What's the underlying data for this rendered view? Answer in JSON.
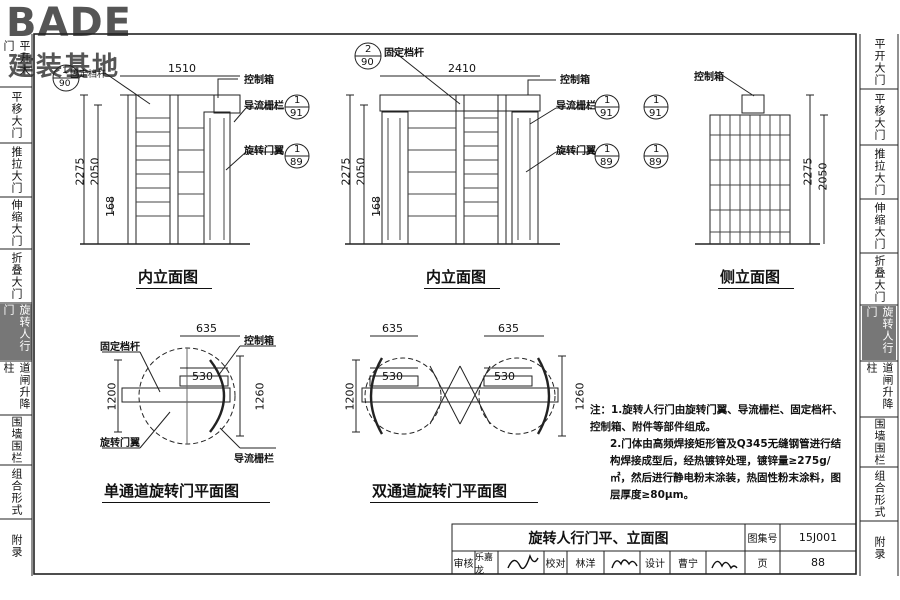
{
  "logo": {
    "latin": "BADE",
    "cjk": "建装基地"
  },
  "left_tabs": [
    "平开大门",
    "平移大门",
    "推拉大门",
    "伸缩大门",
    "折叠大门",
    "旋转人行门",
    "道闸升降柱",
    "围墙围栏",
    "组合形式",
    "附录"
  ],
  "right_tabs": [
    "平开大门",
    "平移大门",
    "推拉大门",
    "伸缩大门",
    "折叠大门",
    "旋转人行门",
    "道闸升降柱",
    "围墙围栏",
    "组合形式",
    "附录"
  ],
  "active_tab": "旋转人行门",
  "views": {
    "elev1": {
      "title": "内立面图",
      "width": "1510",
      "h_total": "2275",
      "h_door": "2050",
      "h_low": "168",
      "lbl_bar": "固定档杆",
      "lbl_ctrl": "控制箱",
      "lbl_guide": "导流栅栏",
      "lbl_door": "旋转门翼",
      "ref_a": {
        "top": "1",
        "bottom": "90"
      },
      "ref_b": {
        "top": "1",
        "bottom": "91"
      },
      "ref_c": {
        "top": "1",
        "bottom": "89"
      }
    },
    "elev2": {
      "title": "内立面图",
      "width": "2410",
      "h_total": "2275",
      "h_door": "2050",
      "h_low": "168",
      "lbl_bar": "固定档杆",
      "lbl_ctrl": "控制箱",
      "lbl_guide": "导流栅栏",
      "lbl_door": "旋转门翼",
      "ref_a": {
        "top": "2",
        "bottom": "90"
      },
      "ref_b": {
        "top": "1",
        "bottom": "91"
      },
      "ref_c": {
        "top": "1",
        "bottom": "89"
      }
    },
    "side": {
      "title": "侧立面图",
      "h_total": "2275",
      "h_door": "2050",
      "lbl_ctrl": "控制箱"
    },
    "plan1": {
      "title": "单通道旋转门平面图",
      "d_top": "635",
      "d_mid": "530",
      "d_left": "1200",
      "d_right": "1260",
      "lbl_bar": "固定档杆",
      "lbl_ctrl": "控制箱",
      "lbl_door": "旋转门翼",
      "lbl_guide": "导流栅栏"
    },
    "plan2": {
      "title": "双通道旋转门平面图",
      "d_top_l": "635",
      "d_top_r": "635",
      "d_mid_l": "530",
      "d_mid_r": "530",
      "d_left": "1200",
      "d_right": "1260"
    }
  },
  "notes": {
    "n1": "注：1.旋转人行门由旋转门翼、导流栅栏、固定档杆、控制箱、附件等部件组成。",
    "n2": "2.门体由高频焊接矩形管及Q345无缝钢管进行结构焊接成型后，经热镀锌处理，镀锌量≥275g/㎡，然后进行静电粉末涂装，热固性粉末涂料，图层厚度≥80μm。"
  },
  "title_block": {
    "title": "旋转人行门平、立面图",
    "atlas_label": "图集号",
    "atlas_no": "15J001",
    "review": "审核",
    "reviewer": "乐嘉龙",
    "check": "校对",
    "checker": "林洋",
    "design": "设计",
    "designer": "曹宁",
    "page_label": "页",
    "page": "88"
  }
}
